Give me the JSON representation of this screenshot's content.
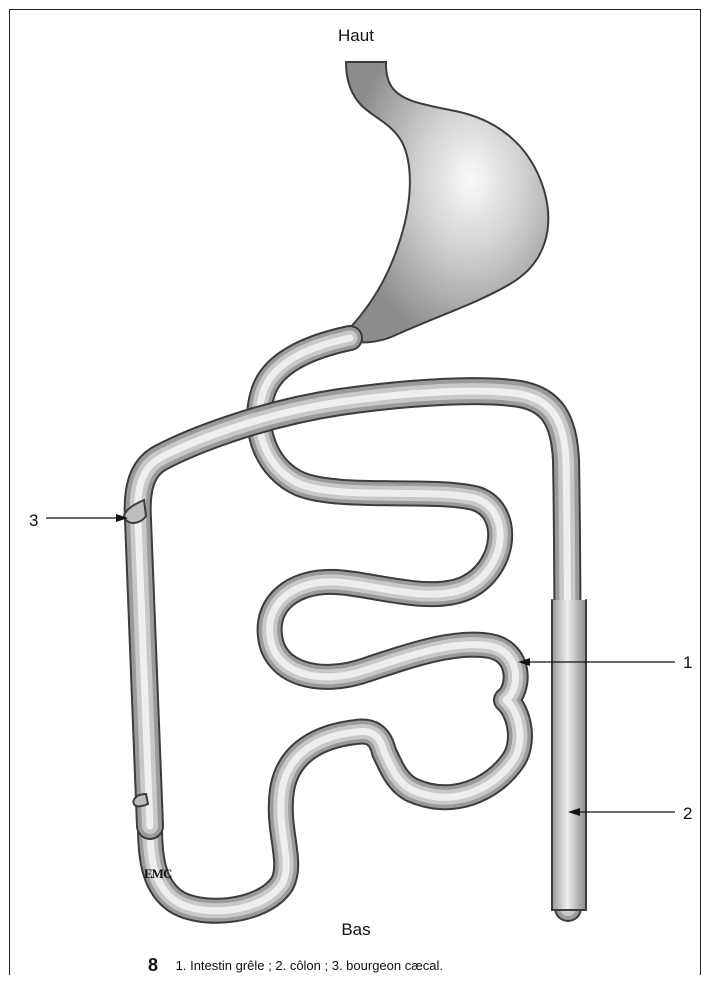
{
  "orientation": {
    "top": "Haut",
    "bottom": "Bas"
  },
  "callouts": [
    {
      "number": "1",
      "target": "intestin grêle"
    },
    {
      "number": "2",
      "target": "côlon"
    },
    {
      "number": "3",
      "target": "bourgeon cæcal"
    }
  ],
  "logo": "EMC",
  "caption": {
    "figure_number": "8",
    "text": "1. Intestin grêle ; 2. côlon ; 3. bourgeon cæcal."
  },
  "colors": {
    "tube_edge": "#3c3c3c",
    "tube_dark": "#8a8a8a",
    "tube_light": "#f4f4f4",
    "line": "#111111"
  }
}
